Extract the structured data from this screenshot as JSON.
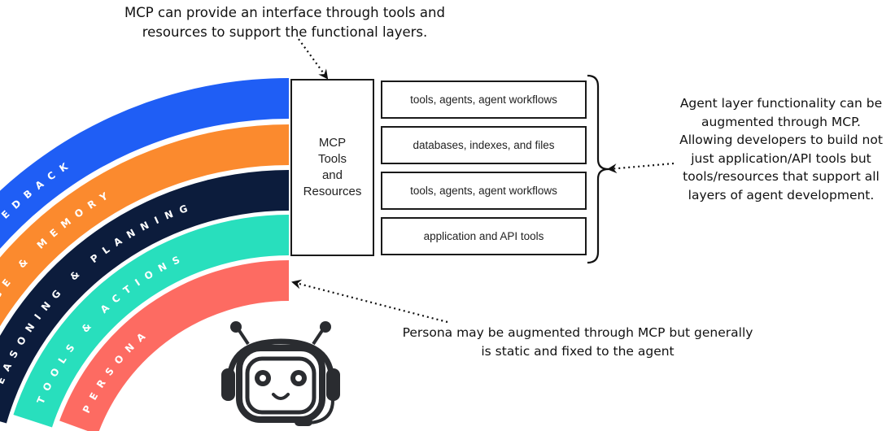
{
  "diagram": {
    "title_note": {
      "lines": [
        "MCP can provide an interface through tools and",
        "resources to support the functional layers."
      ]
    },
    "layers": [
      {
        "label": "EVALUATION & FEEDBACK",
        "color": "#1f5ef5"
      },
      {
        "label": "KNOWLEDGE & MEMORY",
        "color": "#fb8a2e"
      },
      {
        "label": "REASONING & PLANNING",
        "color": "#0c1c3c"
      },
      {
        "label": "TOOLS & ACTIONS",
        "color": "#28dfbd"
      },
      {
        "label": "PERSONA",
        "color": "#fd6b62"
      }
    ],
    "mcp_box": {
      "lines": [
        "MCP",
        "Tools",
        "and",
        "Resources"
      ]
    },
    "resource_boxes": [
      {
        "label": "tools, agents, agent workflows"
      },
      {
        "label": "databases, indexes, and files"
      },
      {
        "label": "tools, agents, agent workflows"
      },
      {
        "label": "application and API tools"
      }
    ],
    "right_note": {
      "lines": [
        "Agent layer functionality can be",
        "augmented through MCP.",
        "Allowing developers to build not",
        "just application/API tools but",
        "tools/resources that support all",
        "layers of agent development."
      ]
    },
    "bottom_note": {
      "lines": [
        "Persona may be augmented through MCP but generally",
        "is static and fixed to the agent"
      ]
    },
    "icons": {
      "agent": "robot-headset-icon"
    },
    "colors": {
      "outline": "#1a1a1a",
      "robot": "#2a2c30"
    }
  }
}
